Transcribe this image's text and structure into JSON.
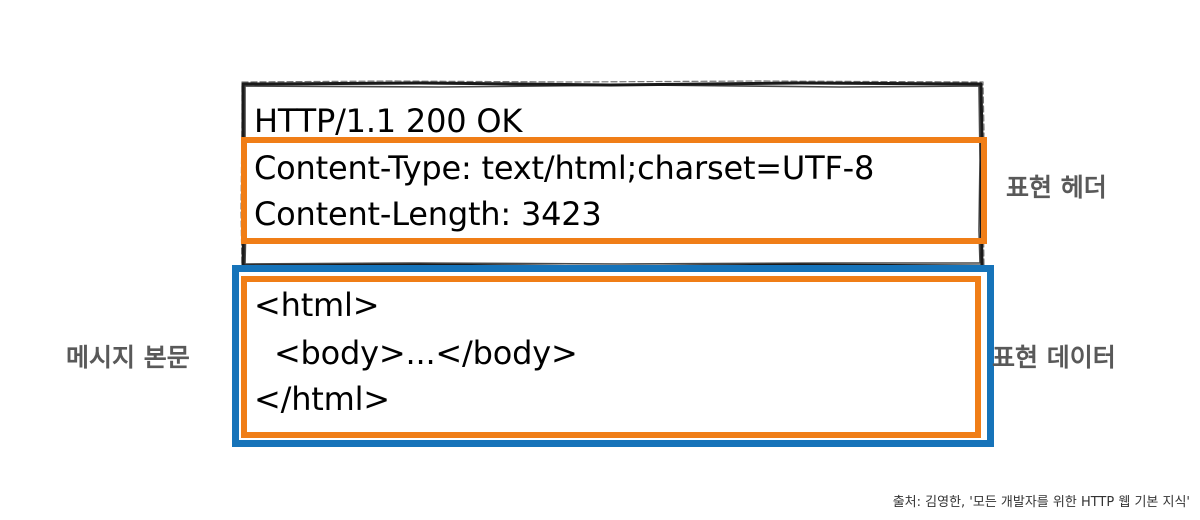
{
  "message": {
    "status_line": "HTTP/1.1 200 OK",
    "header_content_type": "Content-Type: text/html;charset=UTF-8",
    "header_content_length": "Content-Length: 3423",
    "body_line_1": "<html>",
    "body_line_2": "  <body>...</body>",
    "body_line_3": "</html>"
  },
  "labels": {
    "representation_header": "표현 헤더",
    "representation_data": "표현 데이터",
    "message_body": "메시지 본문"
  },
  "credit": "출처: 김영한, '모든 개발자를 위한 HTTP 웹 기본 지식'",
  "colors": {
    "orange": "#f07e17",
    "blue": "#1673b9",
    "label_gray": "#595959"
  }
}
